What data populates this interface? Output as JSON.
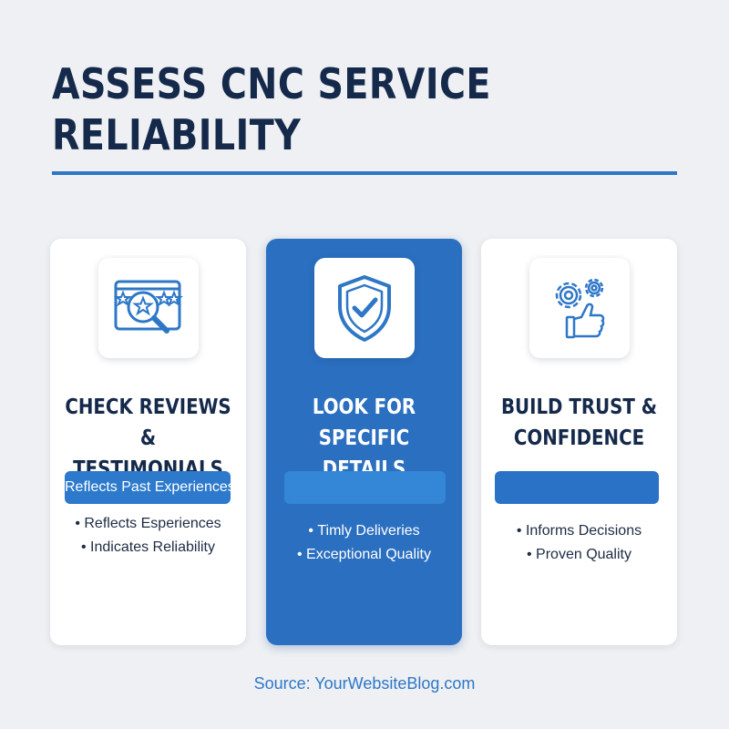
{
  "header": {
    "title": "ASSESS CNC SERVICE RELIABILITY"
  },
  "cards": [
    {
      "icon": "review-stars-magnifier-icon",
      "title": "CHECK REVIEWS & TESTIMONIALS",
      "pill": "Reflects Past Experiences",
      "bullets": [
        "Reflects Esperiences",
        "Indicates Reliability"
      ]
    },
    {
      "icon": "shield-check-icon",
      "title": "LOOK FOR SPECIFIC DETAILS",
      "pill": "",
      "bullets": [
        "Timly Deliveries",
        "Exceptional Quality"
      ]
    },
    {
      "icon": "gears-thumbs-up-icon",
      "title": "BUILD TRUST & CONFIDENCE",
      "pill": "",
      "bullets": [
        "Informs Decisions",
        "Proven Quality"
      ]
    }
  ],
  "footer": {
    "source": "Source: YourWebsiteBlog.com"
  },
  "colors": {
    "accent": "#2e77c7",
    "highlight_card": "#2b6fc0",
    "title_text": "#15294b",
    "background": "#eef0f3"
  }
}
